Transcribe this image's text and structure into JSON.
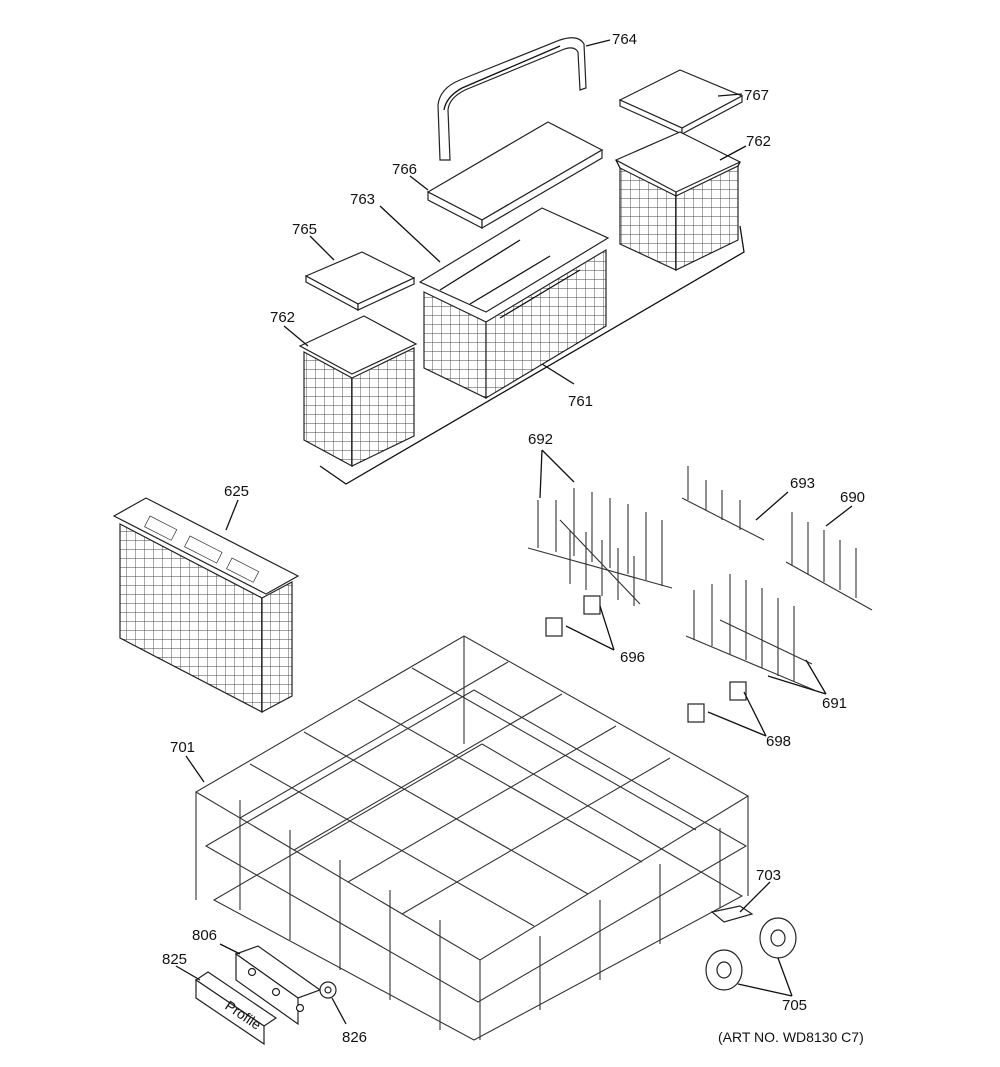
{
  "diagram": {
    "art_number": "(ART NO. WD8130 C7)",
    "brand_logo_text": "Profile",
    "callouts": {
      "c764": "764",
      "c767": "767",
      "c762a": "762",
      "c766": "766",
      "c763": "763",
      "c765": "765",
      "c762b": "762",
      "c761": "761",
      "c625": "625",
      "c692": "692",
      "c693": "693",
      "c690": "690",
      "c696": "696",
      "c691": "691",
      "c698": "698",
      "c701": "701",
      "c703": "703",
      "c806": "806",
      "c825": "825",
      "c826": "826",
      "c705": "705"
    }
  }
}
